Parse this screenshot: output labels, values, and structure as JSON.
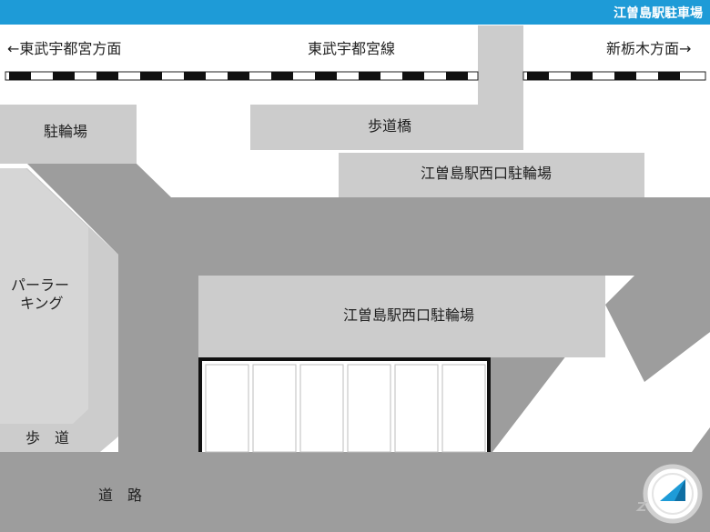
{
  "header": {
    "title": "江曽島駅駐車場"
  },
  "railway": {
    "line_name": "東武宇都宮線",
    "west_direction": "←東武宇都宮方面",
    "east_direction": "新栃木方面→"
  },
  "areas": {
    "bicycle_parking": "駐輪場",
    "footbridge": "歩道橋",
    "west_exit_bike_parking_upper": "江曽島駅西口駐輪場",
    "west_exit_bike_parking_main": "江曽島駅西口駐輪場",
    "paid_parking_line1": "パーラー",
    "paid_parking_line2": "キング",
    "sidewalk": "歩　道",
    "road": "道　路"
  },
  "icons": {
    "compass": "compass-north-icon"
  },
  "colors": {
    "header": "#1e9bd7",
    "road": "#9d9d9d",
    "block": "#cccccc",
    "compass_arrow": "#1e9bd7"
  }
}
